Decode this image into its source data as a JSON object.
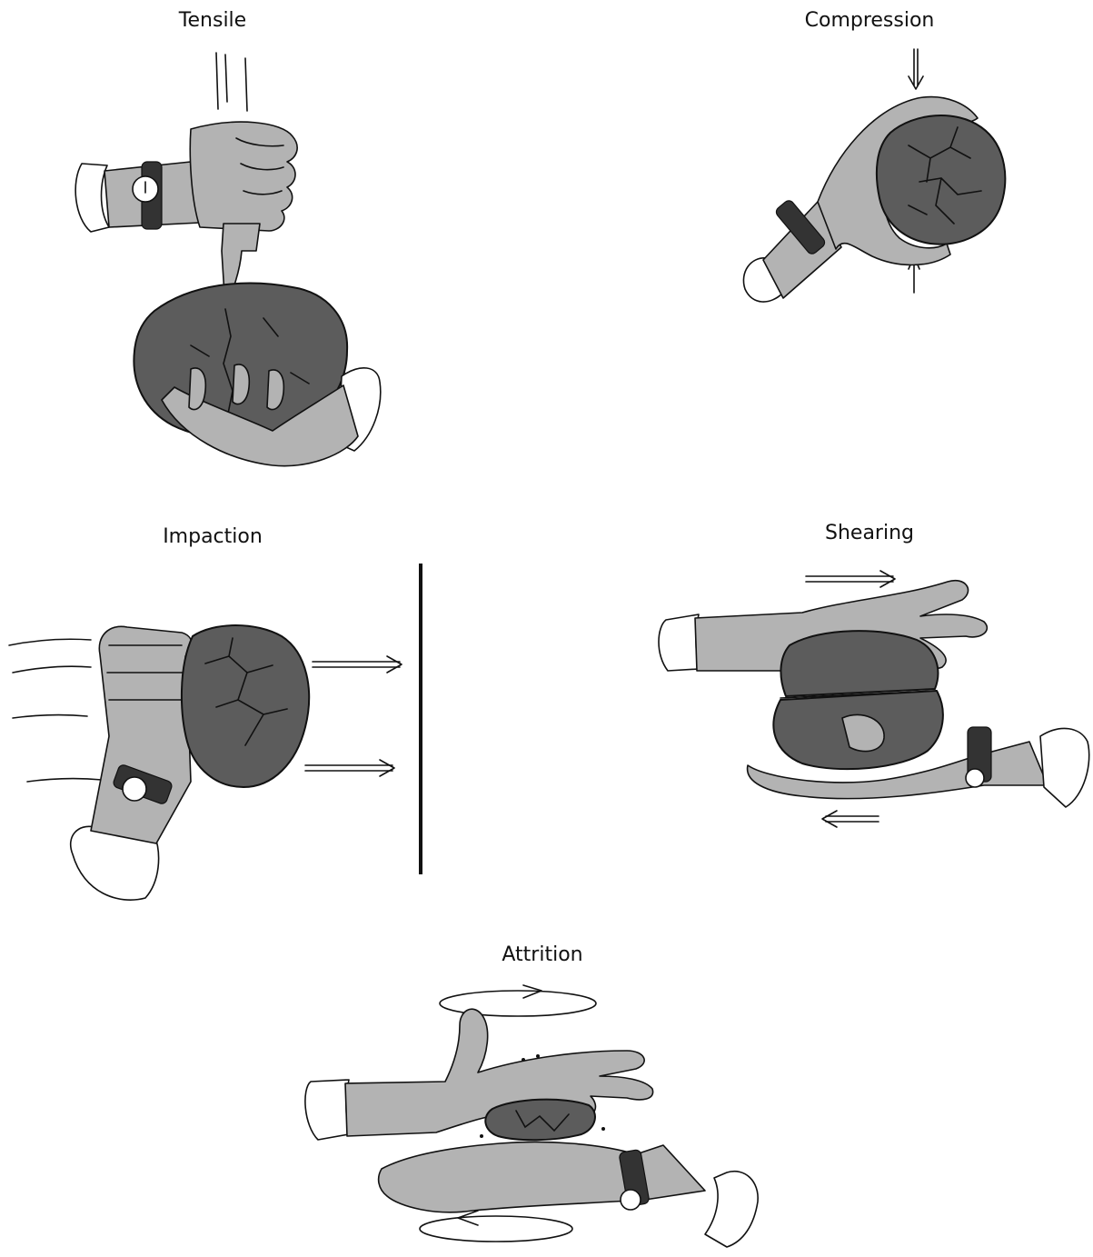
{
  "labels": {
    "tensile": "Tensile",
    "compression": "Compression",
    "impaction": "Impaction",
    "shearing": "Shearing",
    "attrition": "Attrition"
  },
  "colors": {
    "rock": "#5c5c5c",
    "skin": "#b3b3b3",
    "ink": "#111111",
    "background": "#ffffff"
  }
}
